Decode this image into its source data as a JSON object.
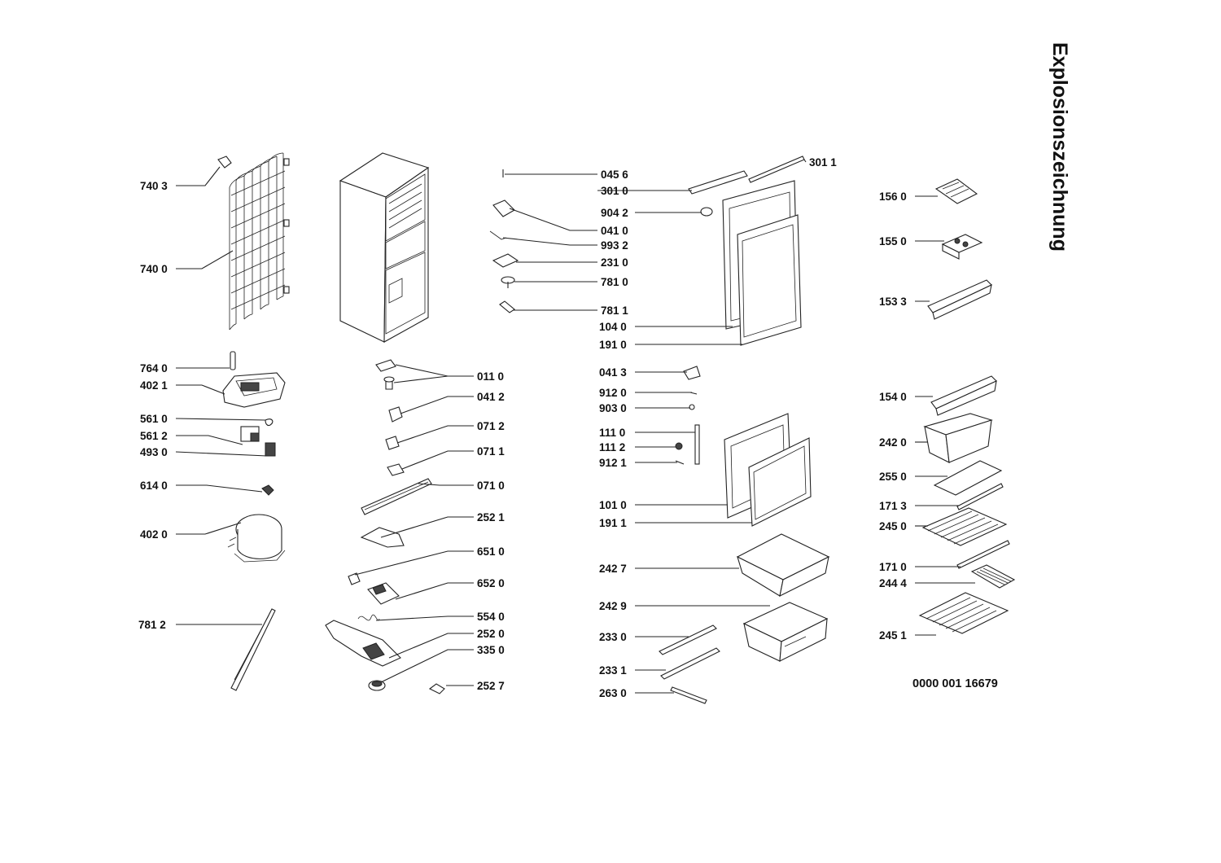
{
  "title": "Explosionszeichnung",
  "document_number": "0000 001 16679",
  "parts": {
    "p7403": "740 3",
    "p7400": "740 0",
    "p7640": "764 0",
    "p4021": "402 1",
    "p5610": "561 0",
    "p5612": "561 2",
    "p4930": "493 0",
    "p6140": "614 0",
    "p4020": "402 0",
    "p7812": "781 2",
    "p0110": "011 0",
    "p0412": "041 2",
    "p0712": "071 2",
    "p0711": "071 1",
    "p0710": "071 0",
    "p2521": "252 1",
    "p6510": "651 0",
    "p6520": "652 0",
    "p5540": "554 0",
    "p2520": "252 0",
    "p3350": "335 0",
    "p2527": "252 7",
    "p0456": "045 6",
    "p3010": "301 0",
    "p3011": "301 1",
    "p9042": "904 2",
    "p0410": "041 0",
    "p9932": "993 2",
    "p2310": "231 0",
    "p7810": "781 0",
    "p7811": "781 1",
    "p1040": "104 0",
    "p1910": "191 0",
    "p0413": "041 3",
    "p9120": "912 0",
    "p9030": "903 0",
    "p1110": "111 0",
    "p1112": "111 2",
    "p9121": "912 1",
    "p1010": "101 0",
    "p1911": "191 1",
    "p2427": "242 7",
    "p2429": "242 9",
    "p2330": "233 0",
    "p2331": "233 1",
    "p2630": "263 0",
    "p1560": "156 0",
    "p1550": "155 0",
    "p1533": "153 3",
    "p1540": "154 0",
    "p2420": "242 0",
    "p2550": "255 0",
    "p1713": "171 3",
    "p2450": "245 0",
    "p1710": "171 0",
    "p2444": "244 4",
    "p2451": "245 1"
  }
}
